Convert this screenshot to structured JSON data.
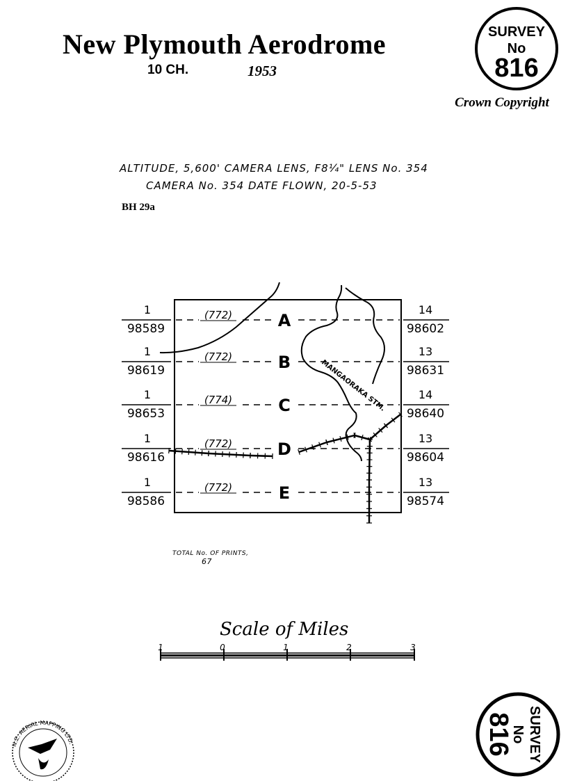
{
  "header": {
    "title": "New Plymouth Aerodrome",
    "scale": "10 CH.",
    "year": "1953",
    "copyright": "Crown Copyright"
  },
  "badge": {
    "line1": "SURVEY",
    "line2": "No",
    "number": "816"
  },
  "flight_info": {
    "line1": "ALTITUDE, 5,600' CAMERA LENS, F8¼\" LENS No. 354",
    "line2": "CAMERA No. 354      DATE FLOWN, 20-5-53",
    "reference": "BH 29a"
  },
  "map": {
    "stream_label": "MANGAORAKA STM.",
    "runs": [
      {
        "letter": "A",
        "altitude": "(772)",
        "left_top": "1",
        "left_bottom": "98589",
        "right_top": "14",
        "right_bottom": "98602"
      },
      {
        "letter": "B",
        "altitude": "(772)",
        "left_top": "1",
        "left_bottom": "98619",
        "right_top": "13",
        "right_bottom": "98631"
      },
      {
        "letter": "C",
        "altitude": "(774)",
        "left_top": "1",
        "left_bottom": "98653",
        "right_top": "14",
        "right_bottom": "98640"
      },
      {
        "letter": "D",
        "altitude": "(772)",
        "left_top": "1",
        "left_bottom": "98616",
        "right_top": "13",
        "right_bottom": "98604"
      },
      {
        "letter": "E",
        "altitude": "(772)",
        "left_top": "1",
        "left_bottom": "98586",
        "right_top": "13",
        "right_bottom": "98574"
      }
    ]
  },
  "prints": {
    "label": "TOTAL No. OF PRINTS,",
    "count": "67"
  },
  "scale_bar": {
    "title": "Scale of Miles",
    "ticks": [
      "1",
      "0",
      "1",
      "2",
      "3"
    ]
  },
  "logo": {
    "text": "N.Z. AERIAL MAPPING LTD."
  }
}
